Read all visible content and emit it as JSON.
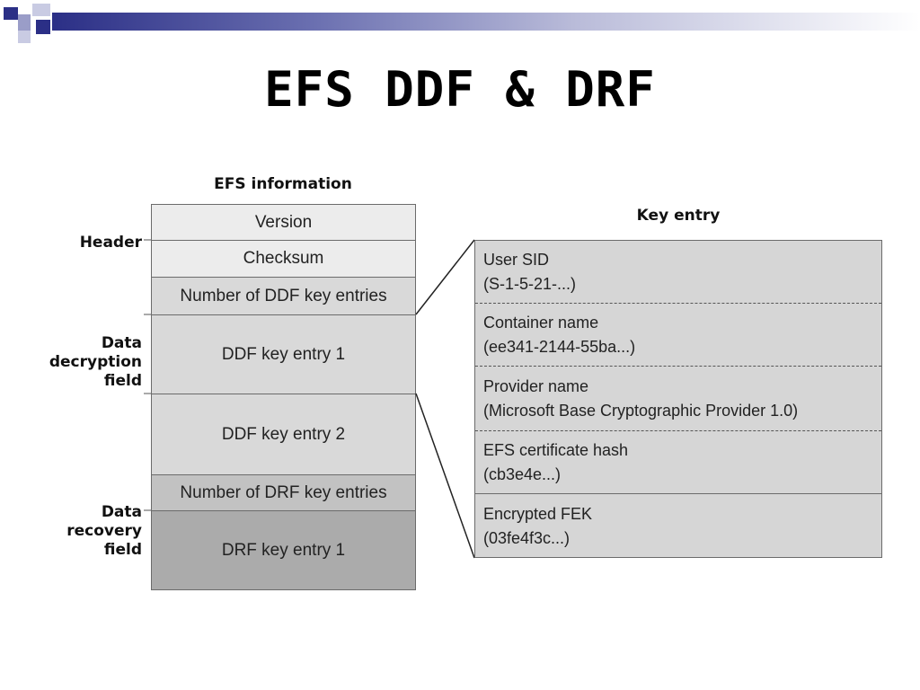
{
  "title": "EFS DDF & DRF",
  "efs_information": {
    "title": "EFS information",
    "rows": {
      "version": "Version",
      "checksum": "Checksum",
      "ddf_count": "Number of DDF key entries",
      "ddf_entry_1": "DDF key entry 1",
      "ddf_entry_2": "DDF key entry 2",
      "drf_count": "Number of DRF key entries",
      "drf_entry_1": "DRF key entry 1"
    }
  },
  "side_labels": {
    "header": "Header",
    "ddf": [
      "Data",
      "decryption",
      "field"
    ],
    "drf": [
      "Data",
      "recovery",
      "field"
    ]
  },
  "key_entry": {
    "title": "Key entry",
    "fields": [
      {
        "name": "User SID",
        "value": "(S-1-5-21-...)"
      },
      {
        "name": "Container name",
        "value": "(ee341-2144-55ba...)"
      },
      {
        "name": "Provider name",
        "value": "(Microsoft Base Cryptographic Provider 1.0)"
      },
      {
        "name": "EFS certificate hash",
        "value": "(cb3e4e...)"
      },
      {
        "name": "Encrypted FEK",
        "value": "(03fe4f3c...)"
      }
    ]
  },
  "colors": {
    "bar_dark": "#2b2f86",
    "row_light": "#ececec",
    "row_mid": "#d9d9d9",
    "row_dark": "#c2c2c2",
    "row_darker": "#ababab"
  }
}
